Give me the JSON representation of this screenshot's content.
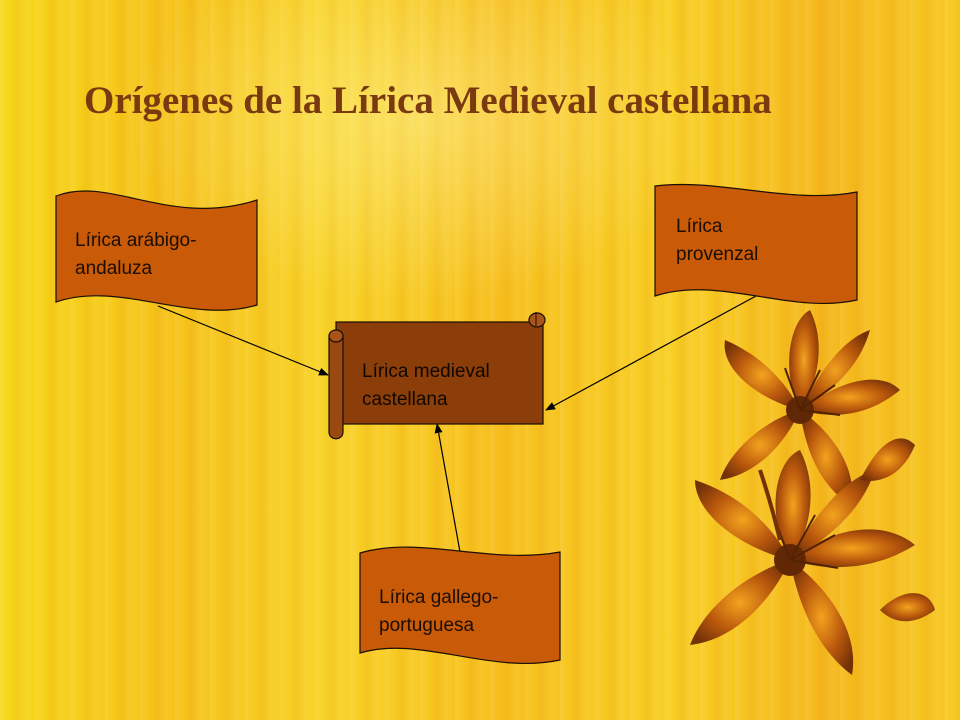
{
  "title": "Orígenes de la Lírica Medieval castellana",
  "nodes": {
    "arabigo": "Lírica arábigo-\nandaluza",
    "provenzal": "Lírica\nprovenzal",
    "medieval": "Lírica medieval\ncastellana",
    "gallego": "Lírica gallego-\nportuguesa"
  },
  "colors": {
    "background": "#f7c922",
    "title": "#7a3a10",
    "flag_fill": "#c85a08",
    "scroll_fill": "#8b3e0a",
    "arrow": "#000000"
  },
  "decoration": "lily-flower-image"
}
